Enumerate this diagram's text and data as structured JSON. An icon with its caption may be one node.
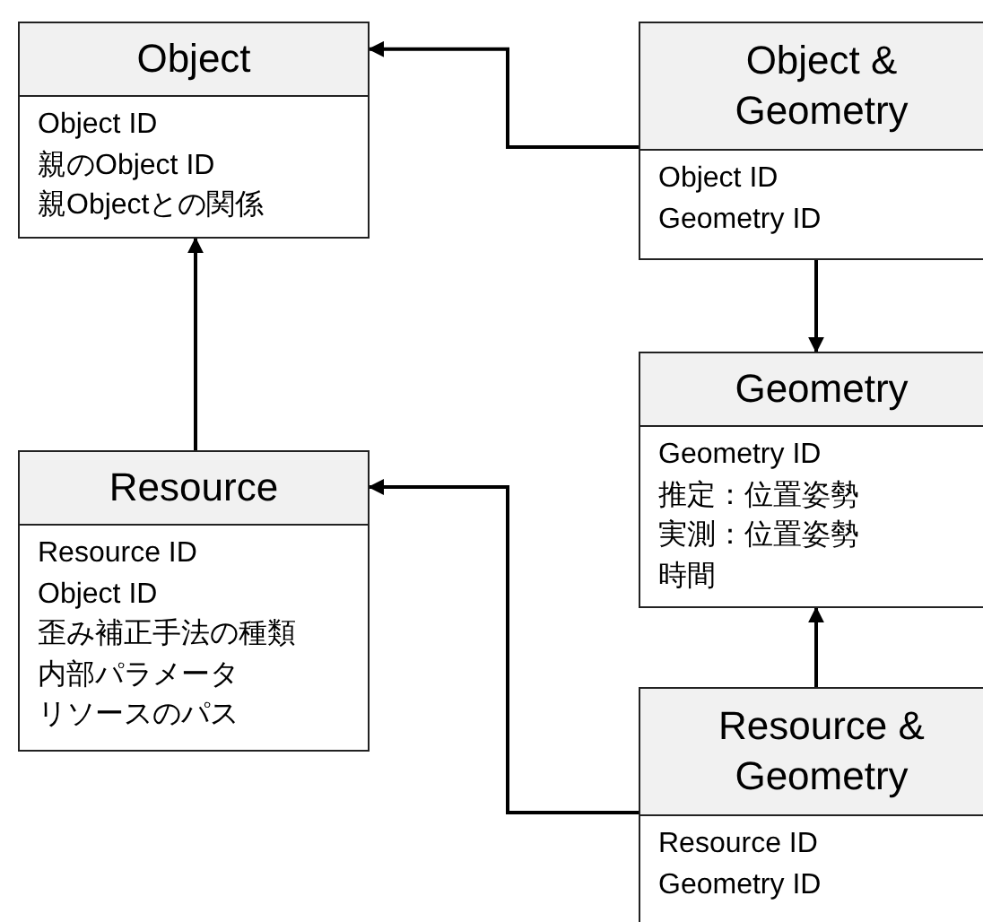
{
  "diagram": {
    "nodes": [
      {
        "text": [
          "Object",
          "Object ID",
          "親のObject ID",
          "親Objectとの関係"
        ]
      },
      {
        "text": [
          "Object & Geometry",
          "Object ID",
          "Geometry ID"
        ]
      },
      {
        "text": [
          "Geometry",
          "Geometry ID",
          "推定：位置姿勢",
          "実測：位置姿勢",
          "時間"
        ]
      },
      {
        "text": [
          "Resource",
          "Resource ID",
          "Object ID",
          "歪み補正手法の種類",
          "内部パラメータ",
          "リソースのパス"
        ]
      },
      {
        "text": [
          "Resource & Geometry",
          "Resource ID",
          "Geometry ID"
        ]
      }
    ],
    "edges": [
      {
        "from": 1,
        "to": 0,
        "arrow": "to"
      },
      {
        "from": 1,
        "to": 2,
        "arrow": "to"
      },
      {
        "from": 3,
        "to": 0,
        "arrow": "to"
      },
      {
        "from": 4,
        "to": 2,
        "arrow": "to"
      },
      {
        "from": 4,
        "to": 3,
        "arrow": "to"
      }
    ]
  }
}
